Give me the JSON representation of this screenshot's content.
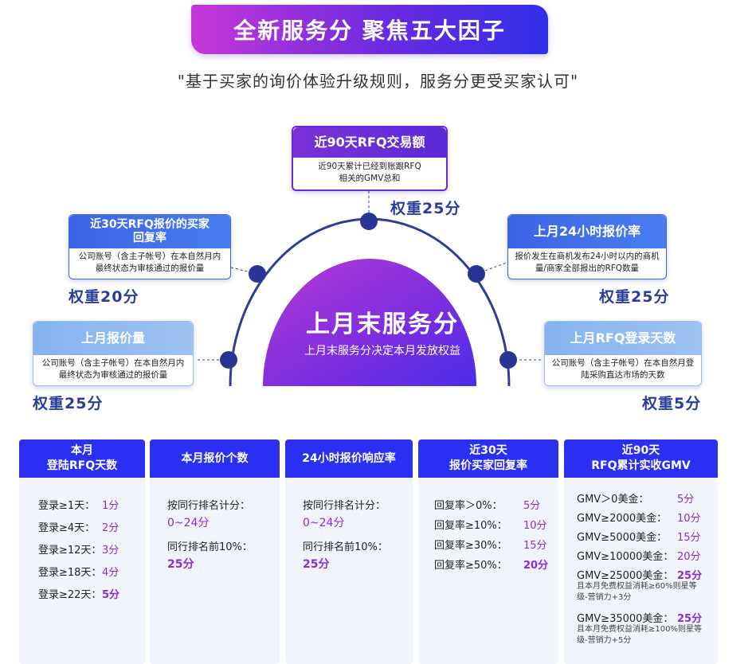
{
  "header": {
    "title": "全新服务分 聚焦五大因子",
    "subtitle": "\"基于买家的询价体验升级规则，服务分更受买家认可\""
  },
  "center": {
    "title": "上月末服务分",
    "subtitle": "上月末服务分决定本月发放权益"
  },
  "factors": [
    {
      "title": "近90天RFQ交易额",
      "desc": "近90天累计已经到账跟RFQ相关的GMV总和",
      "weight": "权重25分"
    },
    {
      "title": "近30天RFQ报价的买家回复率",
      "desc": "公司账号（含主子帐号）在本自然月内最终状态为审核通过的报价量",
      "weight": "权重20分"
    },
    {
      "title": "上月24小时报价率",
      "desc": "报价发生在商机发布24小时以内的商机量/商家全部报出的RFQ数量",
      "weight": "权重25分"
    },
    {
      "title": "上月报价量",
      "desc": "公司账号（含主子帐号）在本自然月内最终状态为审核通过的报价量",
      "weight": "权重25分"
    },
    {
      "title": "上月RFQ登录天数",
      "desc": "公司账号（含主子帐号）在本自然月登陆采购直达市场的天数",
      "weight": "权重5分"
    }
  ],
  "table": {
    "col1": {
      "head1": "本月",
      "head2": "登陆RFQ天数",
      "rows": [
        {
          "k": "登录≥1天：",
          "v": "1分"
        },
        {
          "k": "登录≥4天：",
          "v": "2分"
        },
        {
          "k": "登录≥12天：",
          "v": "3分"
        },
        {
          "k": "登录≥18天：",
          "v": "4分"
        },
        {
          "k": "登录≥22天：",
          "v": "5分"
        }
      ]
    },
    "col2": {
      "head": "本月报价个数",
      "line1": "按同行排名计分：",
      "range": "0~24分",
      "line2": "同行排名前10%：",
      "top": "25分"
    },
    "col3": {
      "head": "24小时报价响应率",
      "line1": "按同行排名计分：",
      "range": "0~24分",
      "line2": "同行排名前10%：",
      "top": "25分"
    },
    "col4": {
      "head1": "近30天",
      "head2": "报价买家回复率",
      "rows": [
        {
          "k": "回复率＞0%：",
          "v": "5分"
        },
        {
          "k": "回复率≥10%：",
          "v": "10分"
        },
        {
          "k": "回复率≥30%：",
          "v": "15分"
        },
        {
          "k": "回复率≥50%：",
          "v": "20分"
        }
      ]
    },
    "col5": {
      "head1": "近90天",
      "head2": "RFQ累计实收GMV",
      "rows": [
        {
          "k": "GMV＞0美金：",
          "v": "5分"
        },
        {
          "k": "GMV≥2000美金：",
          "v": "10分"
        },
        {
          "k": "GMV≥5000美金：",
          "v": "15分"
        },
        {
          "k": "GMV≥10000美金：",
          "v": "20分"
        },
        {
          "k": "GMV≥25000美金：",
          "v": "25分"
        },
        {
          "k": "GMV≥35000美金：",
          "v": "25分"
        }
      ],
      "note1": "且本月免费权益消耗≥60%则星等级-营销力+3分",
      "note2": "且本月免费权益消耗≥100%则星等级-营销力+5分"
    }
  },
  "colors": {
    "accent_purple": "#8a2bd8",
    "table_header_blue": "#2b2ff2",
    "weight_text": "#2a3d9a"
  }
}
